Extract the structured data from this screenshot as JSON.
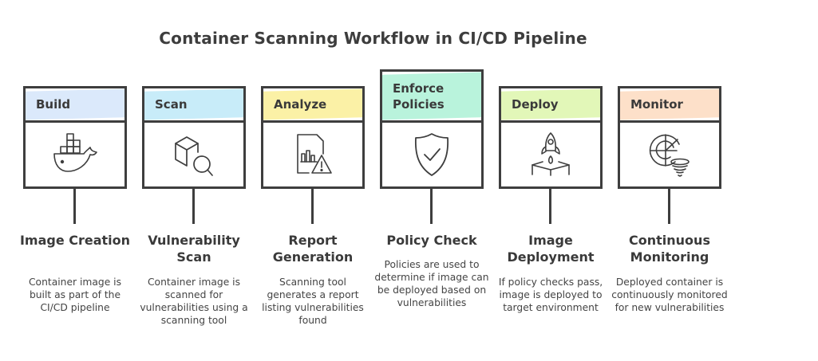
{
  "title": "Container Scanning Workflow in CI/CD Pipeline",
  "steps": [
    {
      "header": "Build",
      "header_color": "#dbe9fb",
      "icon": "docker-whale-icon",
      "title": "Image Creation",
      "description": "Container image is built as part of the CI/CD pipeline"
    },
    {
      "header": "Scan",
      "header_color": "#c8ecf9",
      "icon": "cube-search-icon",
      "title": "Vulnerability Scan",
      "description": "Container image is scanned for vulnerabilities using a scanning tool"
    },
    {
      "header": "Analyze",
      "header_color": "#fbf1a6",
      "icon": "report-warning-icon",
      "title": "Report Generation",
      "description": "Scanning tool generates a report listing vulnerabilities found"
    },
    {
      "header": "Enforce Policies",
      "header_color": "#b9f3dc",
      "icon": "shield-check-icon",
      "title": "Policy Check",
      "description": "Policies are used to determine if image can be deployed based on vulnerabilities"
    },
    {
      "header": "Deploy",
      "header_color": "#e2f7b8",
      "icon": "rocket-launch-icon",
      "title": "Image Deployment",
      "description": "If policy checks pass, image is deployed to target environment"
    },
    {
      "header": "Monitor",
      "header_color": "#fde0c9",
      "icon": "radar-icon",
      "title": "Continuous Monitoring",
      "description": "Deployed container is continuously monitored for new vulnerabilities"
    }
  ]
}
